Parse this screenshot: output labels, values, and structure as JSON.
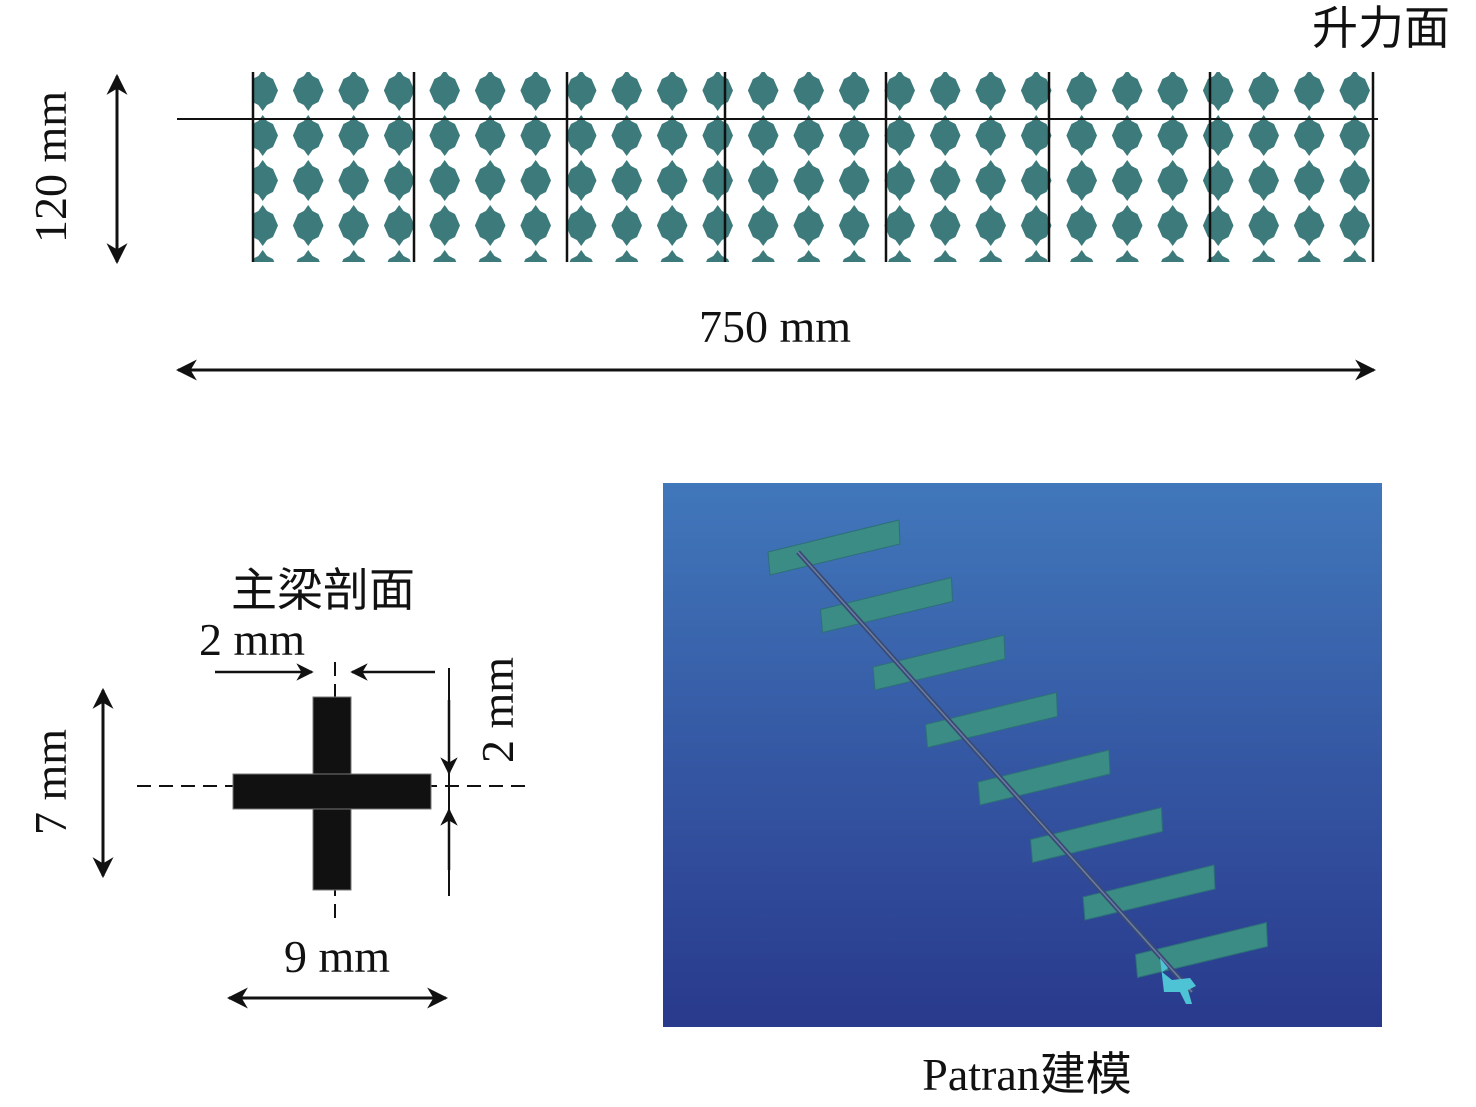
{
  "top_view": {
    "title": "升力面",
    "height_label": "120 mm",
    "length_label": "750 mm",
    "pattern_color": "#3d7a7b"
  },
  "section": {
    "title": "主梁剖面",
    "flange_label": "2 mm",
    "web_label": "2 mm",
    "height_label": "7 mm",
    "width_label": "9 mm"
  },
  "model": {
    "caption": "Patran建模",
    "bg_top": "#4177bb",
    "bg_bottom": "#29398c",
    "panel_color": "#3a8c84",
    "panel_count": 8
  }
}
